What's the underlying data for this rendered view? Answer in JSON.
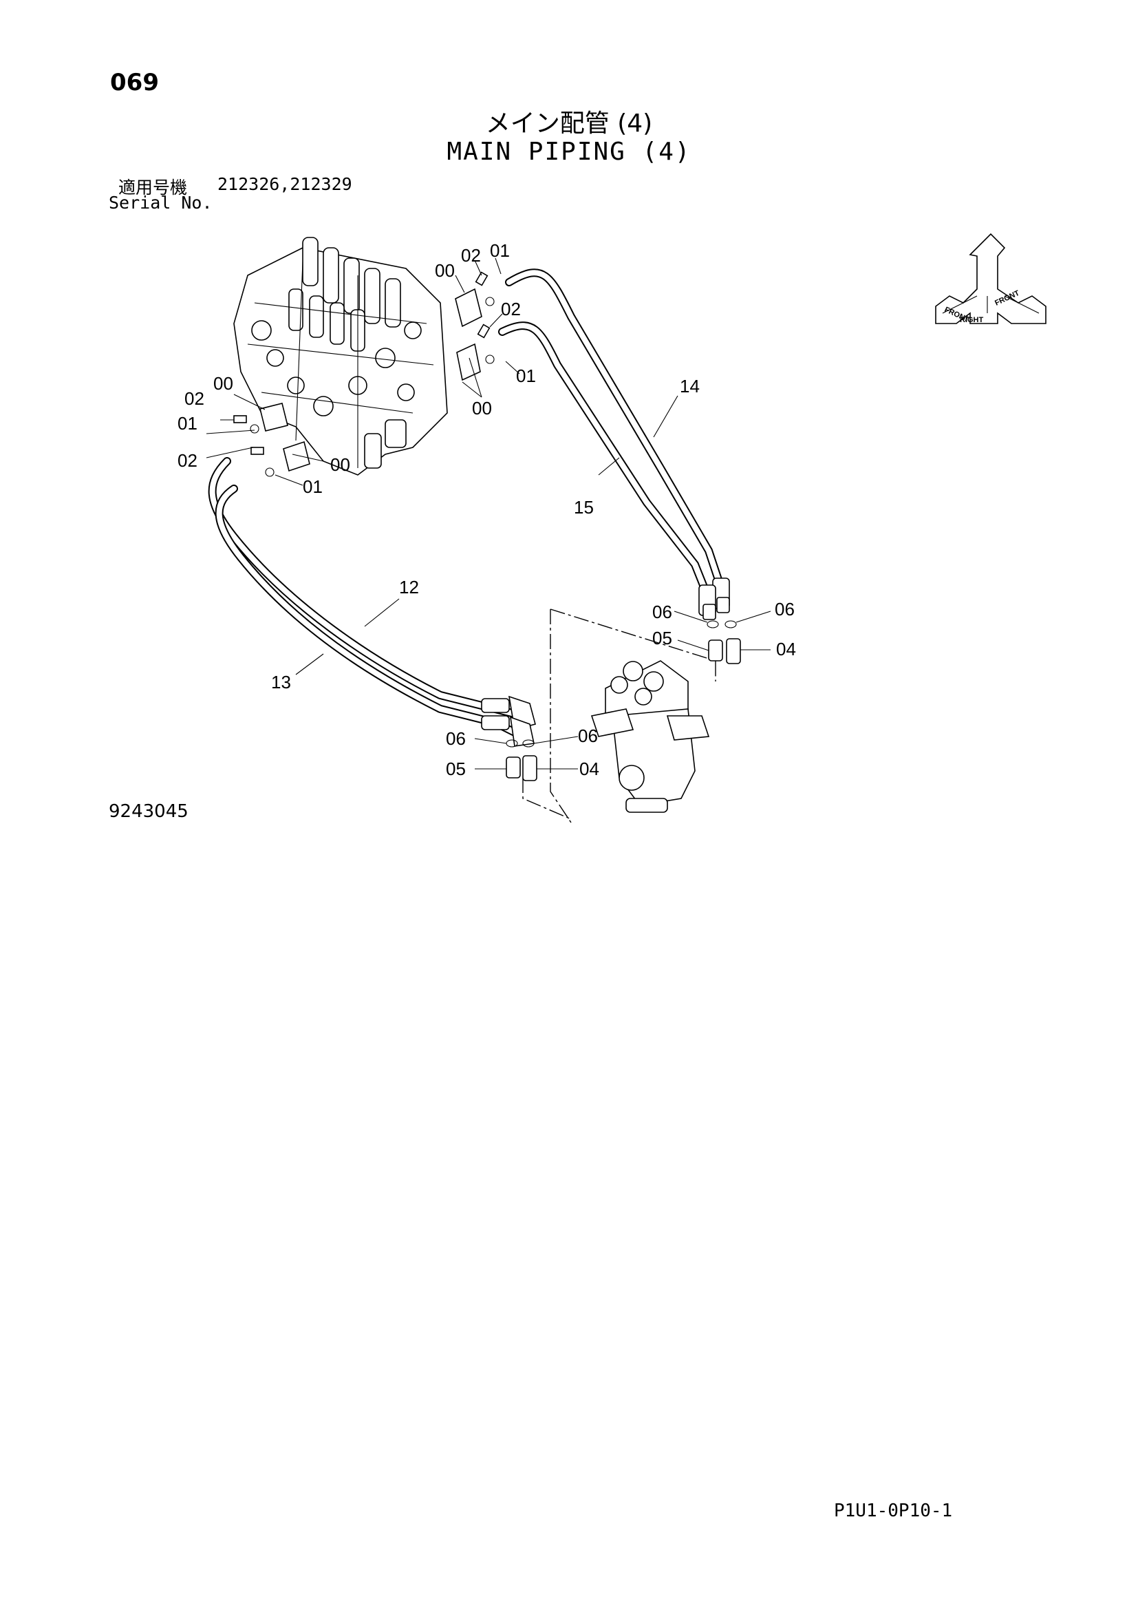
{
  "header": {
    "page_number": "069",
    "title_jp": "メイン配管 (4)",
    "title_en": "MAIN PIPING (4)",
    "serial_label_jp": "適用号機",
    "serial_label_en": "Serial No.",
    "serial_values": "212326,212329"
  },
  "diagram": {
    "callouts": {
      "c00a": "00",
      "c02a": "02",
      "c01a": "01",
      "c02b": "02",
      "c01b": "01",
      "c00b": "00",
      "c00c": "00",
      "c02c": "02",
      "c01c": "01",
      "c02d": "02",
      "c00d": "00",
      "c01d": "01",
      "c14": "14",
      "c15": "15",
      "c12": "12",
      "c13": "13",
      "c06a": "06",
      "c06b": "06",
      "c05a": "05",
      "c04a": "04",
      "c06c": "06",
      "c06d": "06",
      "c05b": "05",
      "c04b": "04"
    },
    "orientation_labels": {
      "front": "FRONT",
      "right": "RIGHT",
      "front2": "FRONT"
    }
  },
  "footer": {
    "drawing_number": "9243045",
    "page_code": "P1U1-0P10-1"
  }
}
